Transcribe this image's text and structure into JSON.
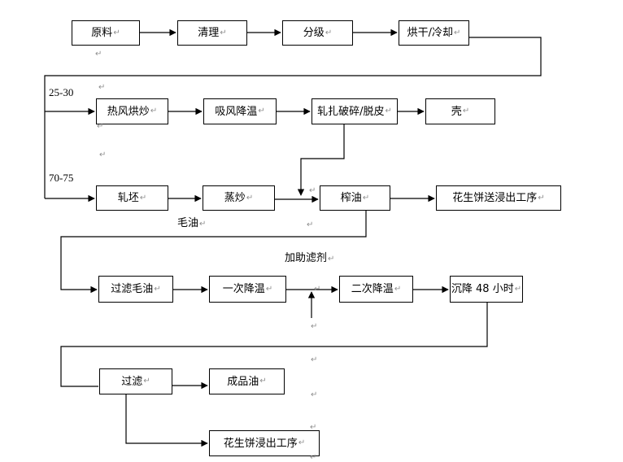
{
  "diagram": {
    "pilcrow": "↵",
    "labels": {
      "range_top": "25-30",
      "range_bottom": "70-75",
      "crude_oil": "毛油",
      "filter_aid": "加助滤剂"
    },
    "boxes": [
      {
        "id": "raw-material",
        "label": "原料"
      },
      {
        "id": "cleaning",
        "label": "清理"
      },
      {
        "id": "grading",
        "label": "分级"
      },
      {
        "id": "drying-cooling",
        "label": "烘干/冷却"
      },
      {
        "id": "hot-air-roasting",
        "label": "热风烘炒"
      },
      {
        "id": "suction-cooling",
        "label": "吸风降温"
      },
      {
        "id": "crushing-dehulling",
        "label": "轧扎破碎/脱皮"
      },
      {
        "id": "shell",
        "label": "壳"
      },
      {
        "id": "flaking",
        "label": "轧坯"
      },
      {
        "id": "steam-frying",
        "label": "蒸炒"
      },
      {
        "id": "oil-pressing",
        "label": "榨油"
      },
      {
        "id": "cake-to-extraction",
        "label": "花生饼送浸出工序"
      },
      {
        "id": "filter-crude-oil",
        "label": "过滤毛油"
      },
      {
        "id": "first-cooling",
        "label": "一次降温"
      },
      {
        "id": "second-cooling",
        "label": "二次降温"
      },
      {
        "id": "settling-48h",
        "label": "沉降 48 小时"
      },
      {
        "id": "filtration",
        "label": "过滤"
      },
      {
        "id": "finished-oil",
        "label": "成品油"
      },
      {
        "id": "cake-extraction-process",
        "label": "花生饼浸出工序"
      }
    ],
    "colors": {
      "line": "#000000",
      "box_border": "#000000",
      "box_fill": "#ffffff",
      "text": "#000000",
      "paragraph_mark": "#8f8f8f",
      "background": "#ffffff"
    }
  }
}
